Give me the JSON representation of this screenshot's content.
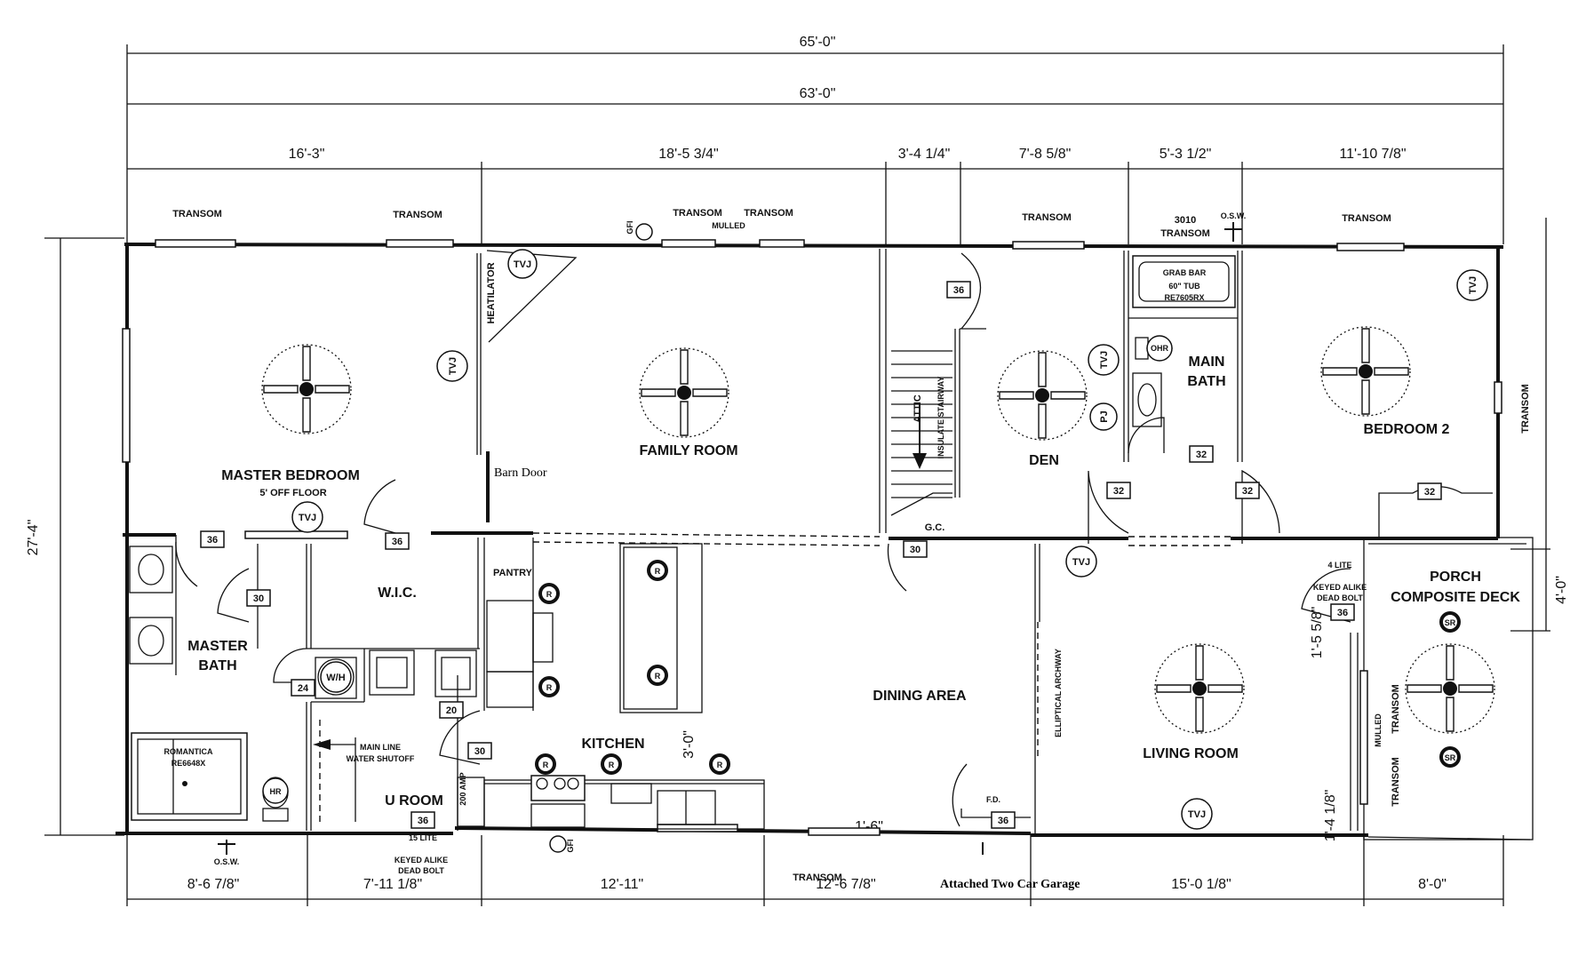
{
  "dimensions": {
    "overall": "65'-0\"",
    "inner": "63'-0\"",
    "depth": "27'-4\"",
    "porch_depth": "4'-0\"",
    "top": [
      "16'-3\"",
      "18'-5 3/4\"",
      "3'-4 1/4\"",
      "7'-8 5/8\"",
      "5'-3 1/2\"",
      "11'-10 7/8\""
    ],
    "bottom": [
      "8'-6 7/8\"",
      "7'-11 1/8\"",
      "12'-11\"",
      "12'-6 7/8\"",
      "15'-0 1/8\"",
      "8'-0\""
    ],
    "misc": [
      "3'-0\"",
      "1'-6\"",
      "1'-5 5/8\"",
      "1'-4 1/8\""
    ]
  },
  "rooms": {
    "master_bedroom": "MASTER BEDROOM",
    "master_bedroom_note": "5' OFF FLOOR",
    "family_room": "FAMILY ROOM",
    "den": "DEN",
    "main_bath_1": "MAIN",
    "main_bath_2": "BATH",
    "bedroom_2": "BEDROOM 2",
    "wic": "W.I.C.",
    "master_bath_1": "MASTER",
    "master_bath_2": "BATH",
    "kitchen": "KITCHEN",
    "dining_area": "DINING AREA",
    "living_room": "LIVING ROOM",
    "porch_1": "PORCH",
    "porch_2": "COMPOSITE DECK",
    "u_room": "U ROOM",
    "pantry": "PANTRY"
  },
  "labels": {
    "transom": "TRANSOM",
    "mulled": "MULLED",
    "transom_3010_a": "3010",
    "barn_door": "Barn Door",
    "garage": "Attached Two Car Garage",
    "heatilator": "HEATILATOR",
    "attic": "ATTIC",
    "insulate_stairway": "INSULATE STAIRWAY",
    "gc": "G.C.",
    "elliptical_archway": "ELLIPTICAL ARCHWAY",
    "grab_bar": "GRAB BAR",
    "tub": "60\" TUB",
    "tub_model": "RE7605RX",
    "romantica_1": "ROMANTICA",
    "romantica_2": "RE6648X",
    "main_line_1": "MAIN LINE",
    "main_line_2": "WATER SHUTOFF",
    "amp": "200 AMP",
    "fifteen_lite": "15 LITE",
    "keyed_1": "KEYED ALIKE",
    "keyed_2": "DEAD BOLT",
    "four_lite": "4 LITE",
    "fd": "F.D.",
    "wh": "W/H",
    "hr": "HR",
    "ohr": "OHR",
    "pj": "PJ",
    "tvj": "TVJ",
    "sr": "SR",
    "r": "R",
    "gfi": "GFI",
    "osw": "O.S.W."
  },
  "doors": {
    "d36": "36",
    "d32": "32",
    "d30": "30",
    "d24": "24",
    "d20": "20"
  }
}
